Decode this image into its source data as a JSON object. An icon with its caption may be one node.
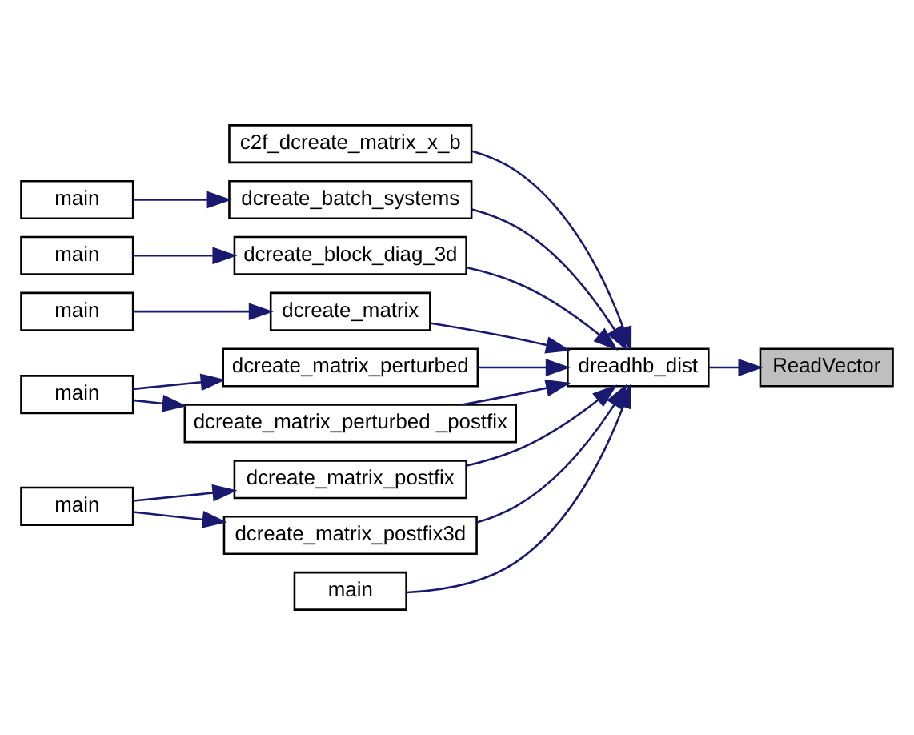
{
  "diagram": {
    "nodes": [
      {
        "text": [
          "ReadVector"
        ]
      },
      {
        "text": [
          "dreadhb_dist"
        ]
      },
      {
        "text": [
          "c2f_dcreate_matrix_x_b"
        ]
      },
      {
        "text": [
          "dcreate_batch_systems"
        ]
      },
      {
        "text": [
          "main"
        ]
      },
      {
        "text": [
          "dcreate_block_diag_3d"
        ]
      },
      {
        "text": [
          "main"
        ]
      },
      {
        "text": [
          "dcreate_matrix"
        ]
      },
      {
        "text": [
          "main"
        ]
      },
      {
        "text": [
          "dcreate_matrix_perturbed"
        ]
      },
      {
        "text": [
          "main"
        ]
      },
      {
        "text": [
          "dcreate_matrix_perturbed _postfix"
        ]
      },
      {
        "text": [
          "dcreate_matrix_postfix"
        ]
      },
      {
        "text": [
          "main"
        ]
      },
      {
        "text": [
          "dcreate_matrix_postfix3d"
        ]
      },
      {
        "text": [
          "main"
        ]
      }
    ],
    "edges": [
      {
        "from": 1,
        "to": 0,
        "arrow": "to"
      },
      {
        "from": 2,
        "to": 1,
        "arrow": "to"
      },
      {
        "from": 3,
        "to": 1,
        "arrow": "to"
      },
      {
        "from": 4,
        "to": 3,
        "arrow": "to"
      },
      {
        "from": 5,
        "to": 1,
        "arrow": "to"
      },
      {
        "from": 6,
        "to": 5,
        "arrow": "to"
      },
      {
        "from": 7,
        "to": 1,
        "arrow": "to"
      },
      {
        "from": 8,
        "to": 7,
        "arrow": "to"
      },
      {
        "from": 9,
        "to": 1,
        "arrow": "to"
      },
      {
        "from": 10,
        "to": 9,
        "arrow": "to"
      },
      {
        "from": 11,
        "to": 1,
        "arrow": "to"
      },
      {
        "from": 10,
        "to": 11,
        "arrow": "to"
      },
      {
        "from": 12,
        "to": 1,
        "arrow": "to"
      },
      {
        "from": 13,
        "to": 12,
        "arrow": "to"
      },
      {
        "from": 14,
        "to": 1,
        "arrow": "to"
      },
      {
        "from": 13,
        "to": 14,
        "arrow": "to"
      },
      {
        "from": 15,
        "to": 1,
        "arrow": "to"
      }
    ]
  }
}
